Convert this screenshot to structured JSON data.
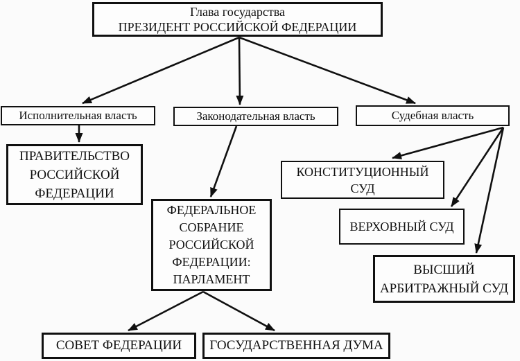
{
  "diagram": {
    "colors": {
      "background": "#fbfbfb",
      "box_background": "#fdfdfd",
      "line": "#101010",
      "text": "#101010"
    },
    "nodes": {
      "president": {
        "lines": [
          "Глава государства",
          "ПРЕЗИДЕНТ РОССИЙСКОЙ ФЕДЕРАЦИИ"
        ]
      },
      "executive": {
        "lines": [
          "Исполнительная власть"
        ]
      },
      "legislative": {
        "lines": [
          "Законодательная власть"
        ]
      },
      "judicial": {
        "lines": [
          "Судебная власть"
        ]
      },
      "government": {
        "lines": [
          "ПРАВИТЕЛЬСТВО",
          "РОССИЙСКОЙ",
          "ФЕДЕРАЦИИ"
        ]
      },
      "federal_assembly": {
        "lines": [
          "ФЕДЕРАЛЬНОЕ",
          "СОБРАНИЕ",
          "РОССИЙСКОЙ",
          "ФЕДЕРАЦИИ:",
          "ПАРЛАМЕНТ"
        ]
      },
      "constitutional_court": {
        "lines": [
          "КОНСТИТУЦИОННЫЙ",
          "СУД"
        ]
      },
      "supreme_court": {
        "lines": [
          "ВЕРХОВНЫЙ СУД"
        ]
      },
      "arbitration_court": {
        "lines": [
          "ВЫСШИЙ",
          "АРБИТРАЖНЫЙ СУД"
        ]
      },
      "federation_council": {
        "lines": [
          "СОВЕТ ФЕДЕРАЦИИ"
        ]
      },
      "state_duma": {
        "lines": [
          "ГОСУДАРСТВЕННАЯ ДУМА"
        ]
      }
    },
    "edges": [
      {
        "from": "president",
        "to": "executive"
      },
      {
        "from": "president",
        "to": "legislative"
      },
      {
        "from": "president",
        "to": "judicial"
      },
      {
        "from": "executive",
        "to": "government"
      },
      {
        "from": "legislative",
        "to": "federal_assembly"
      },
      {
        "from": "judicial",
        "to": "constitutional_court"
      },
      {
        "from": "judicial",
        "to": "supreme_court"
      },
      {
        "from": "judicial",
        "to": "arbitration_court"
      },
      {
        "from": "federal_assembly",
        "to": "federation_council"
      },
      {
        "from": "federal_assembly",
        "to": "state_duma"
      }
    ]
  }
}
